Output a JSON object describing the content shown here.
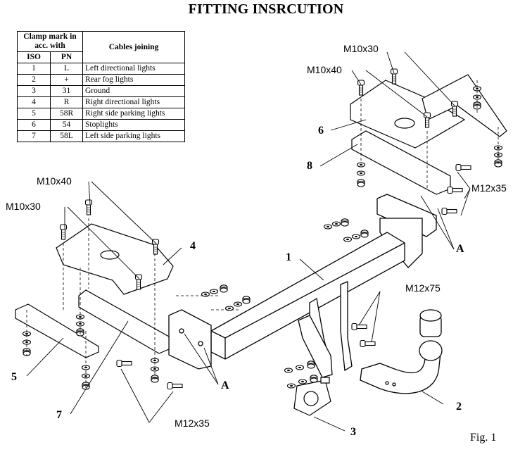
{
  "title": "FITTING INSRCUTION",
  "table": {
    "header_clamp": "Clamp mark in acc. with",
    "header_cables": "Cables joining",
    "header_iso": "ISO",
    "header_pn": "PN",
    "rows": [
      {
        "iso": "1",
        "pn": "L",
        "desc": "Left directional lights"
      },
      {
        "iso": "2",
        "pn": "+",
        "desc": "Rear fog lights"
      },
      {
        "iso": "3",
        "pn": "31",
        "desc": "Ground"
      },
      {
        "iso": "4",
        "pn": "R",
        "desc": "Right directional lights"
      },
      {
        "iso": "5",
        "pn": "58R",
        "desc": "Right side parking lights"
      },
      {
        "iso": "6",
        "pn": "54",
        "desc": "Stoplights"
      },
      {
        "iso": "7",
        "pn": "58L",
        "desc": "Left side parking lights"
      }
    ]
  },
  "labels": {
    "m10x30_top": "M10x30",
    "m10x40_top": "M10x40",
    "m12x35_right": "M12x35",
    "m10x40_left": "M10x40",
    "m10x30_left": "M10x30",
    "m12x75": "M12x75",
    "m12x35_bottom": "M12x35",
    "a_right": "A",
    "a_bottom": "A",
    "part_1": "1",
    "part_2": "2",
    "part_3": "3",
    "part_4": "4",
    "part_5": "5",
    "part_6": "6",
    "part_7": "7",
    "part_8": "8",
    "fig": "Fig. 1"
  }
}
